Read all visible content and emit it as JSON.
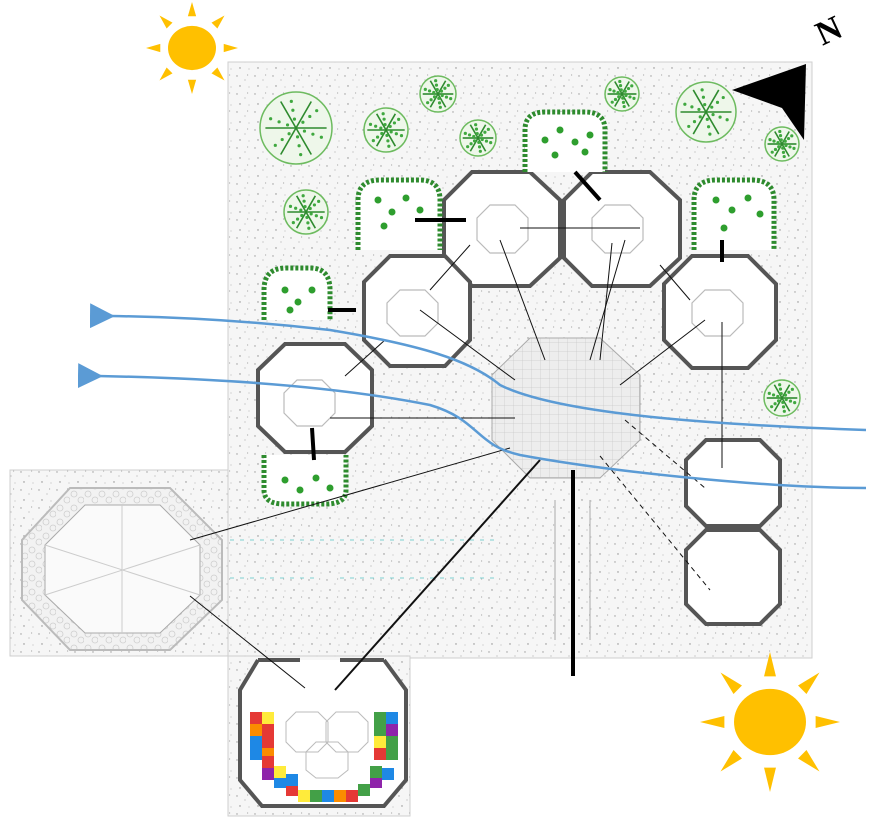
{
  "diagram": {
    "north_label": "N",
    "colors": {
      "sun": "#FFC000",
      "airflow": "#5B9BD5",
      "vegetation": "#2E8B2E",
      "wall": "#555555",
      "ground": "#F3F3F3",
      "tile_palette": [
        "#E53935",
        "#FFEB3B",
        "#43A047",
        "#8E24AA",
        "#1E88E5",
        "#FB8C00"
      ]
    },
    "icons": [
      "sun-icon",
      "sun-icon",
      "north-arrow-icon",
      "tree-icon",
      "airflow-arrow-icon"
    ],
    "zones": [
      "octagonal-pods",
      "central-plaza",
      "southern-pavilion",
      "western-court",
      "eastern-pods"
    ]
  }
}
